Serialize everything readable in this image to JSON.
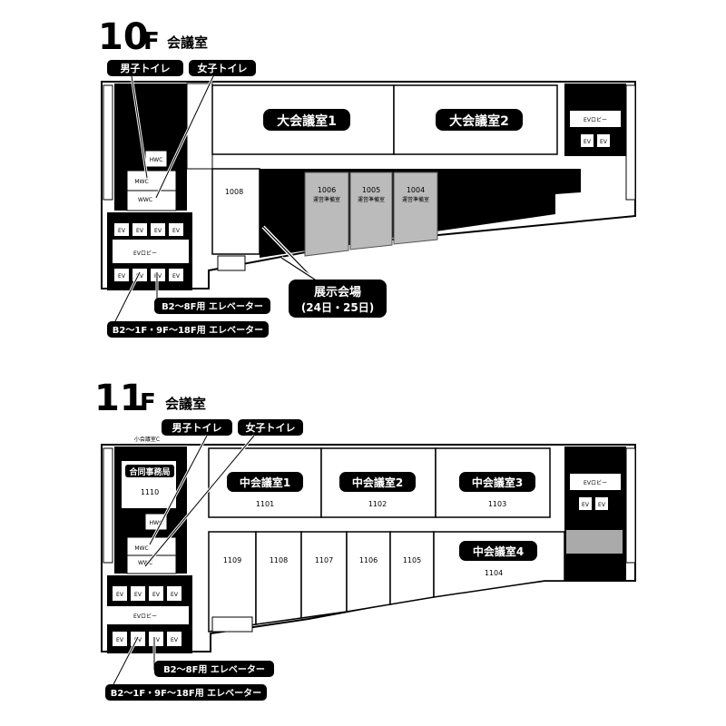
{
  "floor10": {
    "heading_num": "10",
    "heading_f": "F",
    "heading_label": "会議室",
    "label_mens": "男子トイレ",
    "label_womens": "女子トイレ",
    "room_large1": "大会議室1",
    "room_large2": "大会議室2",
    "room_1008": "1008",
    "room_1006": "1006",
    "room_1005": "1005",
    "room_1004": "1004",
    "ops_room": "運営準備室",
    "hwc": "HWC",
    "mwc": "MWC",
    "wwc": "WWC",
    "ev": "EV",
    "ev_lobby": "EVロビー",
    "exhibit_line1": "展示会場",
    "exhibit_line2": "(24日・25日)",
    "elev_b2_8f": "B2～8F用 エレベーター",
    "elev_b2_1f": "B2～1F・9F～18F用 エレベーター"
  },
  "floor11": {
    "heading_num": "11",
    "heading_f": "F",
    "heading_label": "会議室",
    "label_mens": "男子トイレ",
    "label_womens": "女子トイレ",
    "small_room_c": "小会議室C",
    "office_name": "合同事務局",
    "office_num": "1110",
    "mid1": "中会議室1",
    "mid2": "中会議室2",
    "mid3": "中会議室3",
    "mid4": "中会議室4",
    "num_1101": "1101",
    "num_1102": "1102",
    "num_1103": "1103",
    "num_1104": "1104",
    "num_1109": "1109",
    "num_1108": "1108",
    "num_1107": "1107",
    "num_1106": "1106",
    "num_1105": "1105",
    "hwc": "HWC",
    "mwc": "MWC",
    "wwc": "WWC",
    "ev": "EV",
    "ev_lobby": "EVロビー",
    "elev_b2_8f": "B2～8F用 エレベーター",
    "elev_b2_1f": "B2～1F・9F～18F用 エレベーター"
  }
}
